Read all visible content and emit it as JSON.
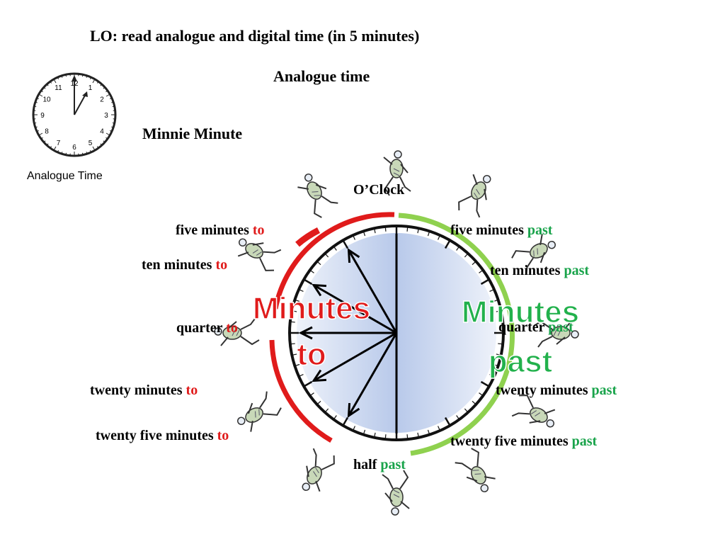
{
  "title": "LO: read analogue and digital time (in 5 minutes)",
  "subtitle": "Analogue time",
  "character_name": "Minnie Minute",
  "small_clock": {
    "caption": "Analogue Time",
    "numbers": [
      "12",
      "1",
      "2",
      "3",
      "4",
      "5",
      "6",
      "7",
      "8",
      "9",
      "10",
      "11"
    ]
  },
  "labels": {
    "oclock": "O’Clock",
    "half": "half",
    "half_past": "past",
    "past_word": "past",
    "to_word": "to",
    "five_to": "five minutes",
    "ten_to": "ten minutes",
    "quarter_to": "quarter",
    "twenty_to": "twenty minutes",
    "twentyfive_to": "twenty five minutes",
    "five_past": "five minutes",
    "ten_past": "ten minutes",
    "quarter_past": "quarter",
    "twenty_past": "twenty minutes",
    "twentyfive_past": "twenty five minutes"
  },
  "big_words": {
    "minutes_to_line1": "Minutes",
    "minutes_to_line2": "to",
    "minutes_past_line1": "Minutes",
    "minutes_past_line2": "past"
  },
  "colors": {
    "to": "#e01b1b",
    "past": "#18a34a",
    "arc_past": "#8fd14f",
    "clock_face": "#c9d6ee"
  }
}
